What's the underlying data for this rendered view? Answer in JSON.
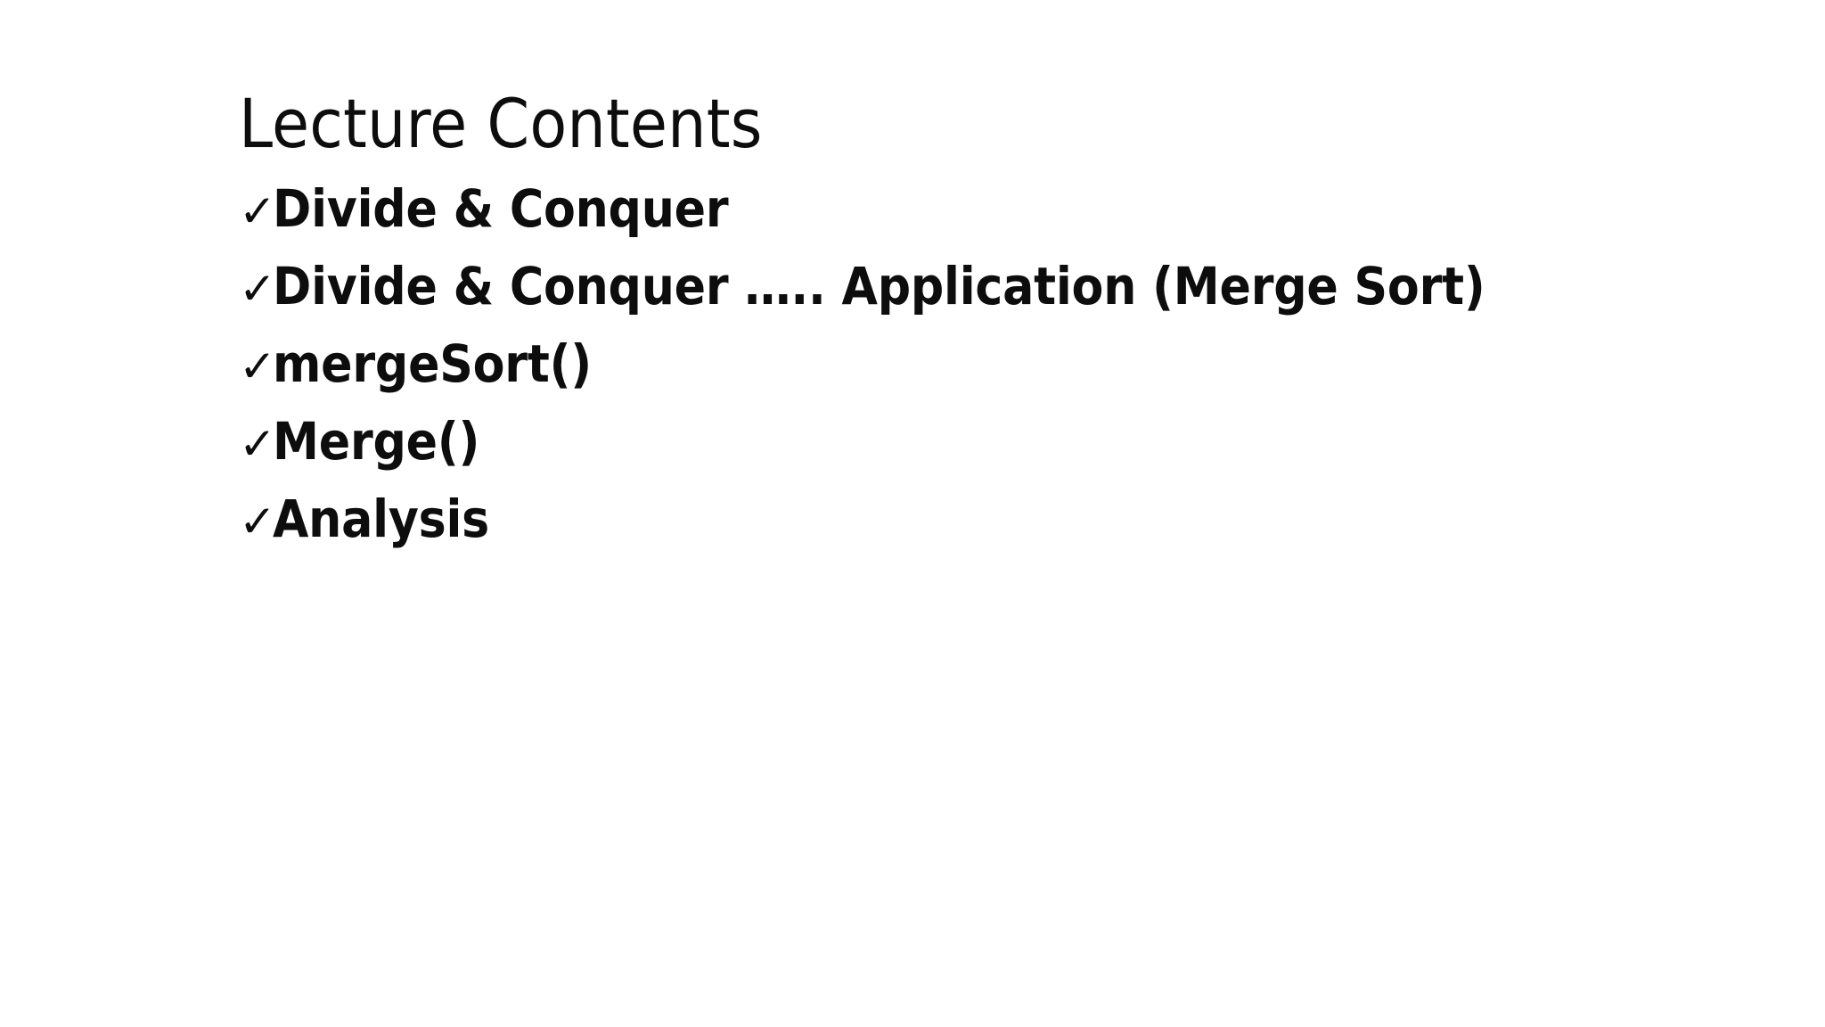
{
  "slide": {
    "title": "Lecture Contents",
    "background_color": "#FFFFFF",
    "text_color": "#0D0D0D",
    "bullet_marker": "check-icon",
    "bullet_glyph": "✓",
    "items": [
      {
        "label": "Divide & Conquer"
      },
      {
        "label": "Divide & Conquer ….. Application (Merge Sort)"
      },
      {
        "label": "mergeSort()"
      },
      {
        "label": "Merge()"
      },
      {
        "label": "Analysis"
      }
    ]
  }
}
